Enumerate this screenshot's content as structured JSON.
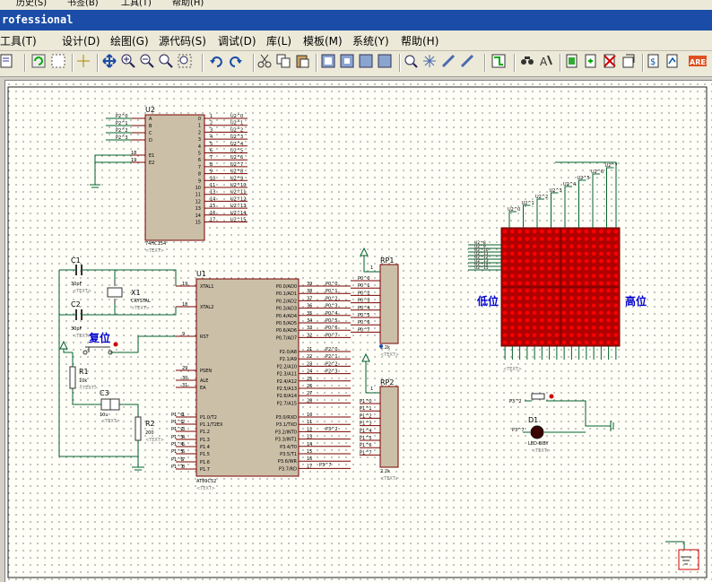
{
  "window": {
    "title": "rofessional",
    "old_menu": [
      "历史(S)",
      "书签(B)",
      "工具(T)",
      "帮助(H)"
    ]
  },
  "menu": [
    "工具(T)",
    "设计(D)",
    "绘图(G)",
    "源代码(S)",
    "调试(D)",
    "库(L)",
    "模板(M)",
    "系统(Y)",
    "帮助(H)"
  ],
  "toolbar_icons": [
    "new-sheet-icon",
    "refresh-icon",
    "grid-icon",
    "origin-icon",
    "pan-icon",
    "zoom-in-icon",
    "zoom-out-icon",
    "zoom-all-icon",
    "zoom-area-icon",
    "undo-icon",
    "redo-icon",
    "cut-icon",
    "copy-icon",
    "paste-icon",
    "block-copy-icon",
    "block-move-icon",
    "block-rotate-icon",
    "block-delete-icon",
    "pick-device-icon",
    "make-device-icon",
    "package-icon",
    "decompose-icon",
    "wire-autorouter-icon",
    "search-icon",
    "property-tool-icon",
    "new-sheet2-icon",
    "remove-sheet-icon",
    "goto-sheet-icon",
    "bom-icon",
    "erc-icon",
    "ares-icon"
  ],
  "schematic": {
    "u2": {
      "ref": "U2",
      "part": "74HC154",
      "text": "<TEXT>",
      "inputs": [
        "P2^0",
        "P2^1",
        "P2^2",
        "P2^3"
      ],
      "in_pins_left": [
        "A",
        "B",
        "C",
        "D"
      ],
      "enable_pins": [
        "E1",
        "E2"
      ],
      "enable_nums": [
        "18",
        "19"
      ],
      "out_nums": [
        "1",
        "2",
        "3",
        "4",
        "5",
        "6",
        "7",
        "8",
        "9",
        "10",
        "11",
        "13",
        "14",
        "15",
        "16",
        "17"
      ],
      "out_pins": [
        "0",
        "1",
        "2",
        "3",
        "4",
        "5",
        "6",
        "7",
        "8",
        "9",
        "10",
        "11",
        "12",
        "13",
        "14",
        "15"
      ],
      "out_nets": [
        "U2^0",
        "U2^1",
        "U2^2",
        "U2^3",
        "U2^4",
        "U2^5",
        "U2^6",
        "U2^7",
        "U2^8",
        "U2^9",
        "U2^10",
        "U2^11",
        "U2^12",
        "U2^13",
        "U2^14",
        "U2^15"
      ]
    },
    "u1": {
      "ref": "U1",
      "part": "AT89C52",
      "text": "<TEXT>",
      "left_pins": [
        "XTAL1",
        "XTAL2",
        "RST",
        "PSEN",
        "ALE",
        "EA",
        "P1.0/T2",
        "P1.1/T2EX",
        "P1.2",
        "P1.3",
        "P1.4",
        "P1.5",
        "P1.6",
        "P1.7"
      ],
      "left_nums": [
        "19",
        "18",
        "9",
        "29",
        "30",
        "31",
        "1",
        "2",
        "3",
        "4",
        "5",
        "6",
        "7",
        "8"
      ],
      "left_nets": [
        "P1^0",
        "P1^1",
        "P1^2",
        "P1^3",
        "P1^4",
        "P1^5",
        "P1^6",
        "P1^7"
      ],
      "p0_pins": [
        "P0.0/AD0",
        "P0.1/AD1",
        "P0.2/AD2",
        "P0.3/AD3",
        "P0.4/AD4",
        "P0.5/AD5",
        "P0.6/AD6",
        "P0.7/AD7"
      ],
      "p0_nums": [
        "39",
        "38",
        "37",
        "36",
        "35",
        "34",
        "33",
        "32"
      ],
      "p0_nets": [
        "P0^0",
        "P0^1",
        "P0^2",
        "P0^3",
        "P0^4",
        "P0^5",
        "P0^6",
        "P0^7"
      ],
      "p2_pins": [
        "P2.0/A8",
        "P2.1/A9",
        "P2.2/A10",
        "P2.3/A11",
        "P2.4/A12",
        "P2.5/A13",
        "P2.6/A14",
        "P2.7/A15"
      ],
      "p2_nums": [
        "21",
        "22",
        "23",
        "24",
        "25",
        "26",
        "27",
        "28"
      ],
      "p2_nets": [
        "P2^0",
        "P2^1",
        "P2^2",
        "P2^3"
      ],
      "p3_pins": [
        "P3.0/RXD",
        "P3.1/TXD",
        "P3.2/INT0",
        "P3.3/INT1",
        "P3.4/T0",
        "P3.5/T1",
        "P3.6/WR",
        "P3.7/RD"
      ],
      "p3_nums": [
        "10",
        "11",
        "12",
        "13",
        "14",
        "15",
        "16",
        "17"
      ],
      "p3_nets": [
        "P3^2",
        "P3^7"
      ]
    },
    "c1": {
      "ref": "C1",
      "value": "30pF",
      "text": "<TEXT>"
    },
    "c2": {
      "ref": "C2",
      "value": "30pF",
      "text": "<TEXT>"
    },
    "c3": {
      "ref": "C3",
      "value": "10u",
      "text": "<TEXT>"
    },
    "x1": {
      "ref": "X1",
      "value": "CRYSTAL",
      "text": "<TEXT>"
    },
    "r1": {
      "ref": "R1",
      "value": "10k",
      "text": "<TEXT>"
    },
    "r2": {
      "ref": "R2",
      "value": "200",
      "text": "<TEXT>"
    },
    "reset_label": "复位",
    "rp1": {
      "ref": "RP1",
      "value": "2.2k",
      "text": "<TEXT>",
      "pin1": "1"
    },
    "rp2": {
      "ref": "RP2",
      "value": "2.2k",
      "text": "<TEXT>",
      "pin1": "1",
      "nets": [
        "P1^0",
        "P1^1",
        "P1^2",
        "P1^3",
        "P1^4",
        "P1^5",
        "P1^6",
        "P1^7"
      ]
    },
    "d1": {
      "ref": "D1",
      "value": "LED-BIBY",
      "text": "<TEXT>",
      "net": "P3^7"
    },
    "switch_net": "P3^2",
    "matrix": {
      "low_label": "低位",
      "high_label": "高位",
      "text": "<TEXT>",
      "rows": 16,
      "cols": 16,
      "top_nets": [
        "U2^0",
        "U2^1",
        "U2^2",
        "U2^3",
        "U2^4",
        "U2^5",
        "U2^6",
        "U2^7"
      ],
      "left_nets": [
        "U2^8",
        "U2^9",
        "U2^10",
        "U2^11",
        "U2^12",
        "U2^13",
        "U2^14",
        "U2^15"
      ]
    }
  },
  "colors": {
    "wire": "#00602a",
    "part_fill": "#cbbfa8",
    "part_border": "#7a0000",
    "pin": "#7a0000",
    "led_on": "#ff0000",
    "led_off": "#9a0000",
    "matrix_bg": "#b00000",
    "blue_label": "#0000d0"
  }
}
